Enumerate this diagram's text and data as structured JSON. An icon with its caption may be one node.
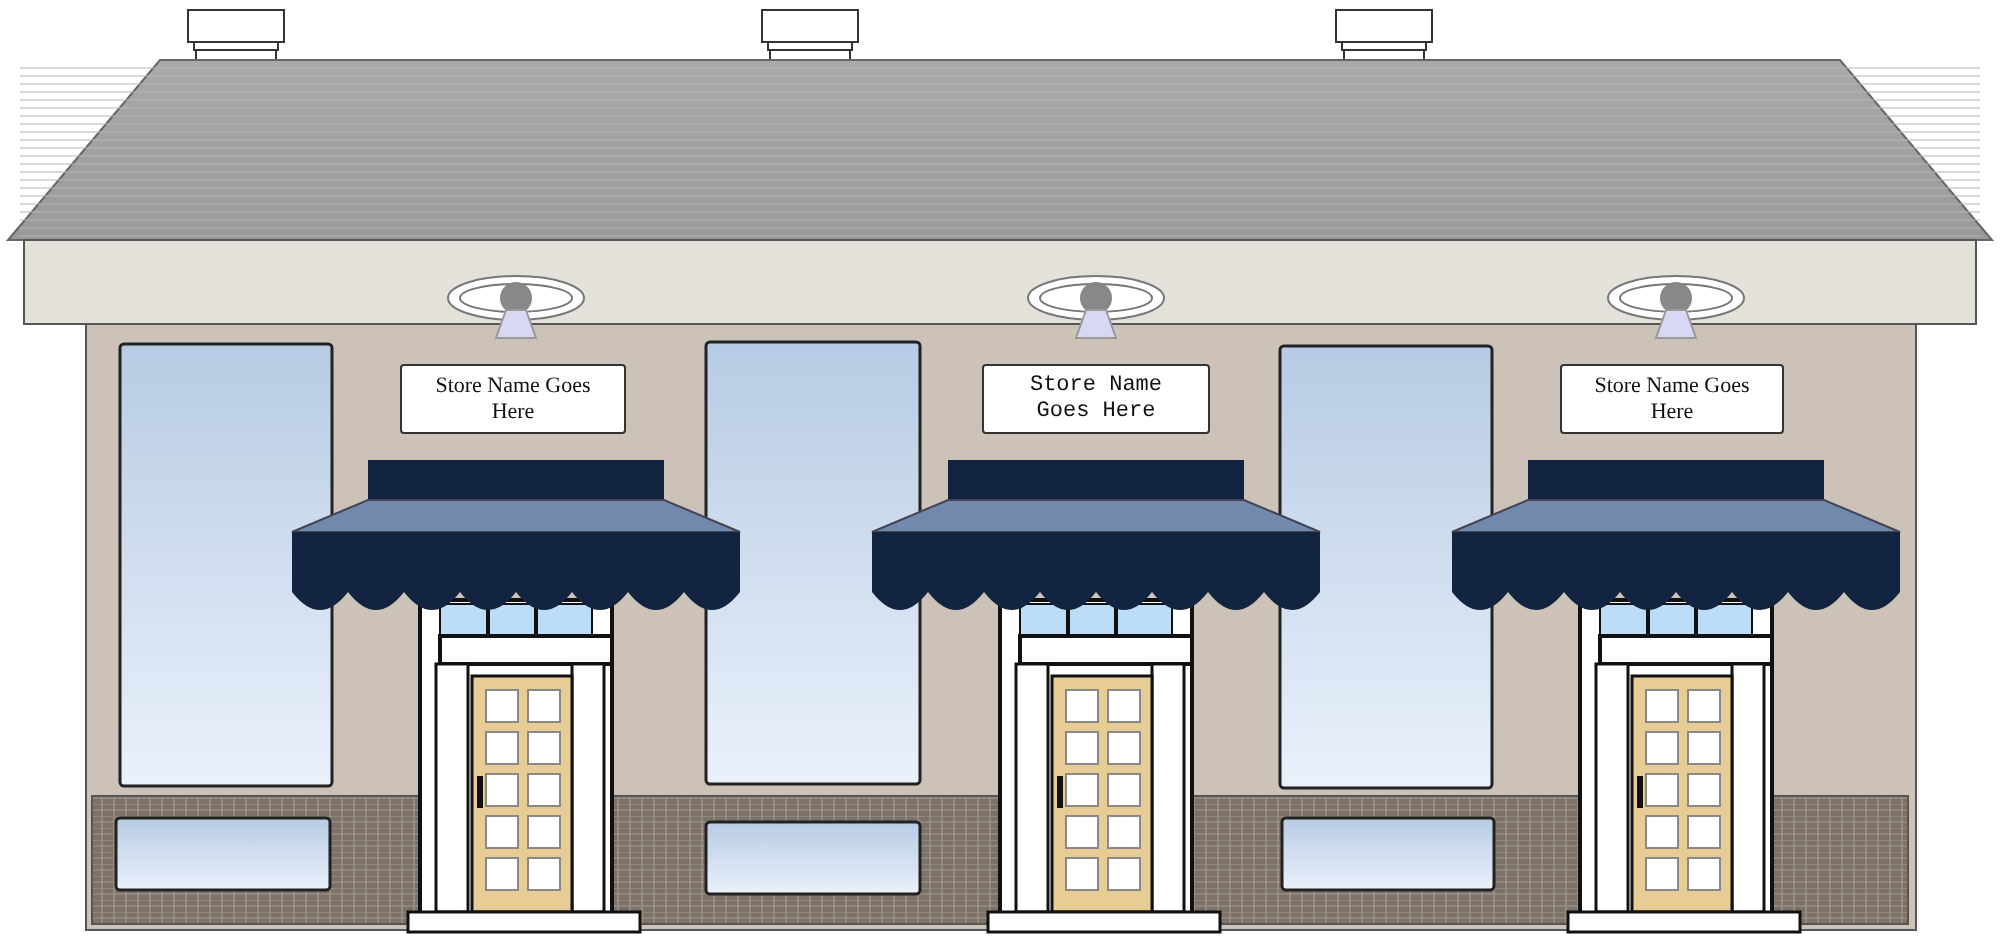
{
  "diagram": {
    "nodes": [
      {
        "text": [
          "Store Name Goes Here"
        ]
      },
      {
        "text": [
          "Store Name Goes Here"
        ]
      },
      {
        "text": [
          "Store Name Goes Here"
        ]
      }
    ]
  }
}
